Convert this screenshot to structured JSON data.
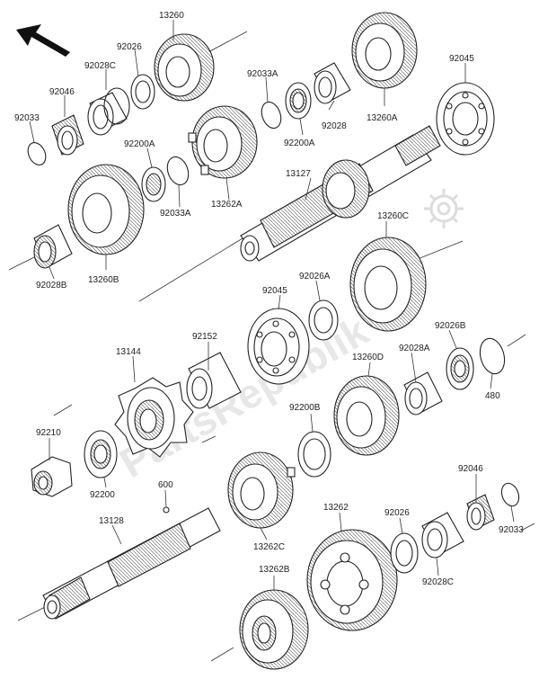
{
  "watermark": "PartsRepublik",
  "labels": {
    "p13260": "13260",
    "p92026": "92026",
    "p92028C": "92028C",
    "p92046": "92046",
    "p92033": "92033",
    "p92033A": "92033A",
    "p92200A": "92200A",
    "p92028": "92028",
    "p13260A": "13260A",
    "p92045": "92045",
    "p92200A_2": "92200A",
    "p92033A_2": "92033A",
    "p13262A": "13262A",
    "p13127": "13127",
    "p13260B": "13260B",
    "p92028B": "92028B",
    "p13260C": "13260C",
    "p92026A": "92026A",
    "p92045_2": "92045",
    "p92152": "92152",
    "p13144": "13144",
    "p92026B": "92026B",
    "p92028A": "92028A",
    "p13260D": "13260D",
    "p480": "480",
    "p92200B": "92200B",
    "p92210": "92210",
    "p92200": "92200",
    "p600": "600",
    "p13128": "13128",
    "p13262C": "13262C",
    "p13262": "13262",
    "p92026_2": "92026",
    "p92046_2": "92046",
    "p92033_2": "92033",
    "p92028C_2": "92028C",
    "p13262B": "13262B"
  },
  "colors": {
    "line": "#222222",
    "watermark": "#bdbdbd"
  },
  "icons": {
    "direction": "front-arrow-icon",
    "gear": "gear-icon"
  }
}
